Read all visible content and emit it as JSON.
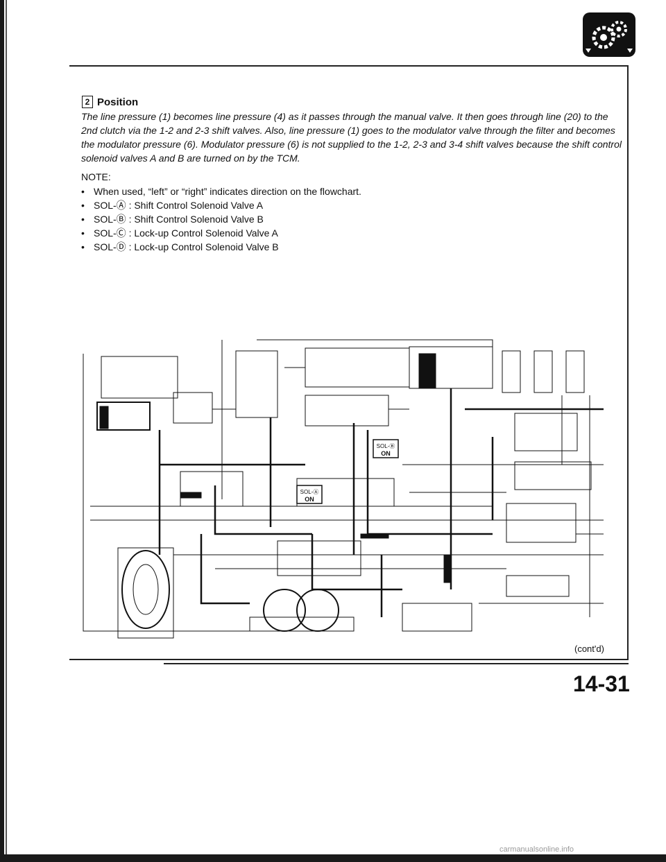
{
  "heading": {
    "gear": "2",
    "title": "Position"
  },
  "paragraph": "The line pressure (1) becomes line pressure (4) as it passes through the manual valve. It then goes through line (20) to the 2nd clutch via the 1-2 and 2-3 shift valves. Also, line pressure (1) goes to the modulator valve through the filter and becomes the modulator pressure (6). Modulator pressure (6) is not supplied to the 1-2, 2-3 and 3-4 shift valves because the shift control solenoid valves A and B are turned on by the TCM.",
  "note_label": "NOTE:",
  "notes": [
    "When used, “left” or “right” indicates direction on the flowchart.",
    "SOL-Ⓐ : Shift Control Solenoid Valve A",
    "SOL-Ⓑ : Shift Control Solenoid Valve B",
    "SOL-Ⓒ : Lock-up Control Solenoid Valve A",
    "SOL-Ⓓ : Lock-up Control Solenoid Valve B"
  ],
  "diagram": {
    "sol_label": "SOL-Ⓑ",
    "on_label": "ON",
    "sol_label_2": "SOL-Ⓐ",
    "on_label_2": "ON"
  },
  "footer": {
    "cont": "(cont'd)",
    "page_number": "14-31",
    "watermark": "carmanualsonline.info"
  },
  "colors": {
    "ink": "#111111",
    "paper": "#ffffff"
  },
  "icons": {
    "logo": "gear-transmission-icon"
  }
}
